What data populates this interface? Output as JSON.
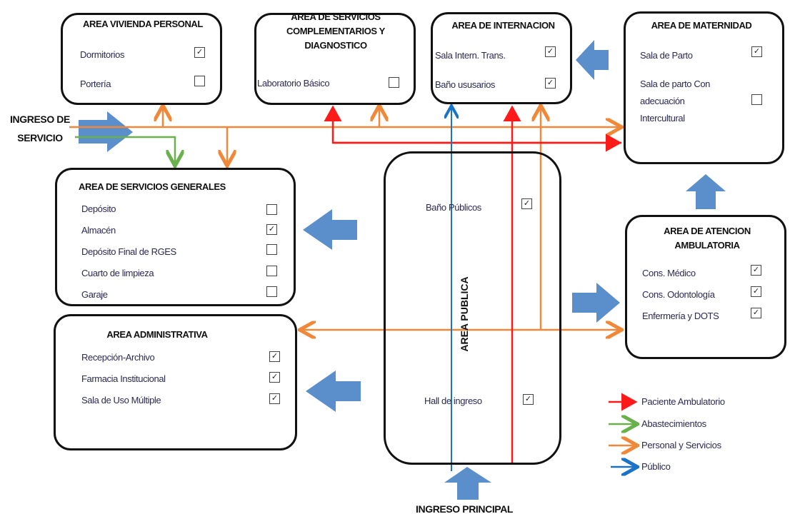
{
  "colors": {
    "paciente": "#ff1a1a",
    "abastecimientos": "#6ab04c",
    "personal": "#f0883a",
    "publico": "#1a73c8",
    "block_arrow": "#5b8fcc"
  },
  "areas": {
    "vivienda": {
      "title": "AREA VIVIENDA PERSONAL",
      "items": [
        {
          "label": "Dormitorios",
          "checked": true
        },
        {
          "label": "Portería",
          "checked": false
        }
      ]
    },
    "complementarios": {
      "title": "AREA DE SERVICIOS COMPLEMENTARIOS Y DIAGNOSTICO",
      "items": [
        {
          "label": "Laboratorio Básico",
          "checked": false
        }
      ]
    },
    "internacion": {
      "title": "AREA DE INTERNACION",
      "items": [
        {
          "label": "Sala Intern. Trans.",
          "checked": true
        },
        {
          "label": "Baño ususarios",
          "checked": true
        }
      ]
    },
    "maternidad": {
      "title": "AREA DE MATERNIDAD",
      "items": [
        {
          "label": "Sala de Parto",
          "checked": true
        },
        {
          "label": "Sala de parto Con adecuación Intercultural",
          "checked": false
        }
      ]
    },
    "generales": {
      "title": "AREA DE SERVICIOS GENERALES",
      "items": [
        {
          "label": "Depósito",
          "checked": false
        },
        {
          "label": "Almacén",
          "checked": true
        },
        {
          "label": "Depósito Final de RGES",
          "checked": false
        },
        {
          "label": "Cuarto de limpieza",
          "checked": false
        },
        {
          "label": "Garaje",
          "checked": false
        }
      ]
    },
    "administrativa": {
      "title": "AREA ADMINISTRATIVA",
      "items": [
        {
          "label": "Recepción-Archivo",
          "checked": true
        },
        {
          "label": "Farmacia Institucional",
          "checked": true
        },
        {
          "label": "Sala de Uso Múltiple",
          "checked": true
        }
      ]
    },
    "publica": {
      "title": "AREA PUBLICA",
      "items": [
        {
          "label": "Baño Públicos",
          "checked": true
        },
        {
          "label": "Hall de ingreso",
          "checked": true
        }
      ]
    },
    "ambulatoria": {
      "title": "AREA DE ATENCION AMBULATORIA",
      "items": [
        {
          "label": "Cons. Médico",
          "checked": true
        },
        {
          "label": "Cons. Odontología",
          "checked": true
        },
        {
          "label": "Enfermería y DOTS",
          "checked": true
        }
      ]
    }
  },
  "entrances": {
    "servicio": "INGRESO DE SERVICIO",
    "principal": "INGRESO PRINCIPAL"
  },
  "legend": [
    {
      "label": "Paciente Ambulatorio",
      "color": "#ff1a1a"
    },
    {
      "label": "Abastecimientos",
      "color": "#6ab04c"
    },
    {
      "label": "Personal y Servicios",
      "color": "#f0883a"
    },
    {
      "label": "Público",
      "color": "#1a73c8"
    }
  ],
  "check_mark": "✓"
}
